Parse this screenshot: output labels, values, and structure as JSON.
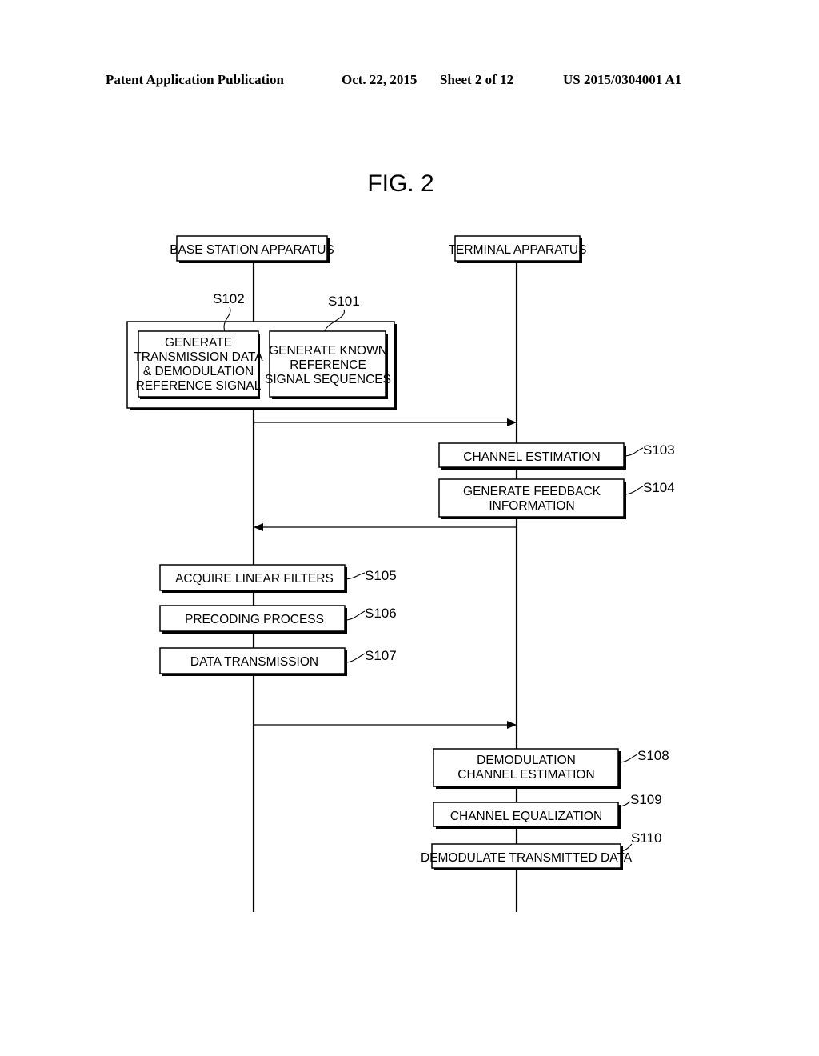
{
  "header": {
    "publication": "Patent Application Publication",
    "date": "Oct. 22, 2015",
    "sheet": "Sheet 2 of 12",
    "number": "US 2015/0304001 A1"
  },
  "figure_title": "FIG. 2",
  "actors": {
    "base_station": "BASE STATION APPARATUS",
    "terminal": "TERMINAL APPARATUS"
  },
  "steps": {
    "s101": {
      "id": "S101",
      "lines": [
        "GENERATE KNOWN",
        "REFERENCE",
        "SIGNAL SEQUENCES"
      ]
    },
    "s102": {
      "id": "S102",
      "lines": [
        "GENERATE",
        "TRANSMISSION DATA",
        "& DEMODULATION",
        "REFERENCE SIGNAL"
      ]
    },
    "s103": {
      "id": "S103",
      "lines": [
        "CHANNEL ESTIMATION"
      ]
    },
    "s104": {
      "id": "S104",
      "lines": [
        "GENERATE FEEDBACK",
        "INFORMATION"
      ]
    },
    "s105": {
      "id": "S105",
      "lines": [
        "ACQUIRE LINEAR FILTERS"
      ]
    },
    "s106": {
      "id": "S106",
      "lines": [
        "PRECODING PROCESS"
      ]
    },
    "s107": {
      "id": "S107",
      "lines": [
        "DATA TRANSMISSION"
      ]
    },
    "s108": {
      "id": "S108",
      "lines": [
        "DEMODULATION",
        "CHANNEL ESTIMATION"
      ]
    },
    "s109": {
      "id": "S109",
      "lines": [
        "CHANNEL EQUALIZATION"
      ]
    },
    "s110": {
      "id": "S110",
      "lines": [
        "DEMODULATE TRANSMITTED DATA"
      ]
    }
  }
}
